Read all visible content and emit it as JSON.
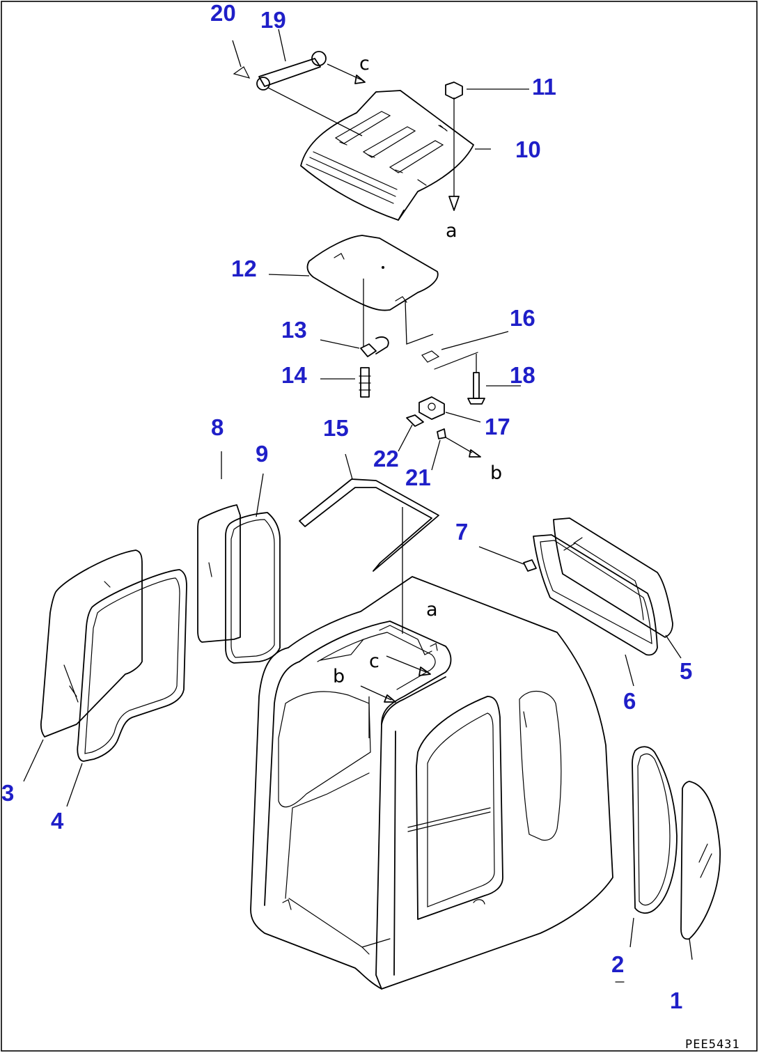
{
  "callouts": [
    "1",
    "2",
    "3",
    "4",
    "5",
    "6",
    "7",
    "8",
    "9",
    "10",
    "11",
    "12",
    "13",
    "14",
    "15",
    "16",
    "17",
    "18",
    "19",
    "20",
    "21",
    "22"
  ],
  "refs": {
    "a": "a",
    "b": "b",
    "c": "c"
  },
  "drawing_code": "PEE5431",
  "colors": {
    "callout": "#1f1fc8",
    "line": "#000000",
    "background": "#ffffff"
  }
}
